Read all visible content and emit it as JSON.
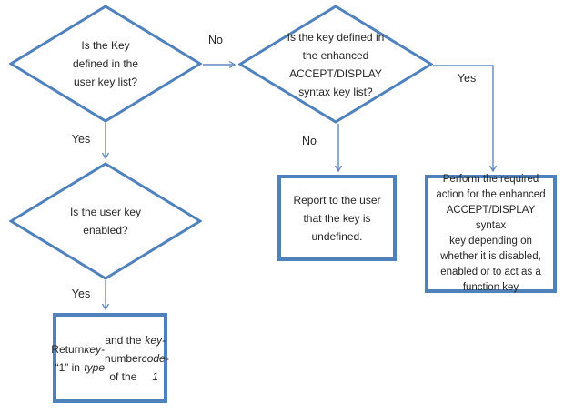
{
  "colors": {
    "shape_border": "#4f81bd",
    "connector_line": "#6089bf",
    "node_text": "#262626",
    "label_text": "#262626",
    "canvas_bg": "#ffffff"
  },
  "nodes": {
    "decision_user_key": {
      "shape": "decision",
      "text": "Is the Key\ndefined in the\nuser key list?"
    },
    "decision_enhanced_key": {
      "shape": "decision",
      "text": "Is the key defined in\nthe enhanced\nACCEPT/DISPLAY\nsyntax key list?"
    },
    "decision_key_enabled": {
      "shape": "decision",
      "text": "Is the user key\nenabled?"
    },
    "process_return_key_type": {
      "shape": "process",
      "runs": [
        {
          "text": "Return “1” in ",
          "italic": false
        },
        {
          "text": "key-\ntype",
          "italic": true
        },
        {
          "text": " and the number\nof the ",
          "italic": false
        },
        {
          "text": "key-code-1",
          "italic": true
        }
      ]
    },
    "process_report_undefined": {
      "shape": "process",
      "text": "Report to the user\nthat the key is\nundefined."
    },
    "process_perform_action": {
      "shape": "process",
      "text": "Perform the required\naction for the enhanced\nACCEPT/DISPLAY syntax\nkey depending on\nwhether it is disabled,\nenabled or to act as a\nfunction key"
    }
  },
  "edges": [
    {
      "from": "decision-user-key",
      "to": "decision-enhanced-key",
      "label": "No"
    },
    {
      "from": "decision-user-key",
      "to": "decision-key-enabled",
      "label": "Yes"
    },
    {
      "from": "decision-key-enabled",
      "to": "process-return-key-type",
      "label": "Yes"
    },
    {
      "from": "decision-enhanced-key",
      "to": "process-report-undefined",
      "label": "No"
    },
    {
      "from": "decision-enhanced-key",
      "to": "process-perform-action",
      "label": "Yes"
    }
  ]
}
